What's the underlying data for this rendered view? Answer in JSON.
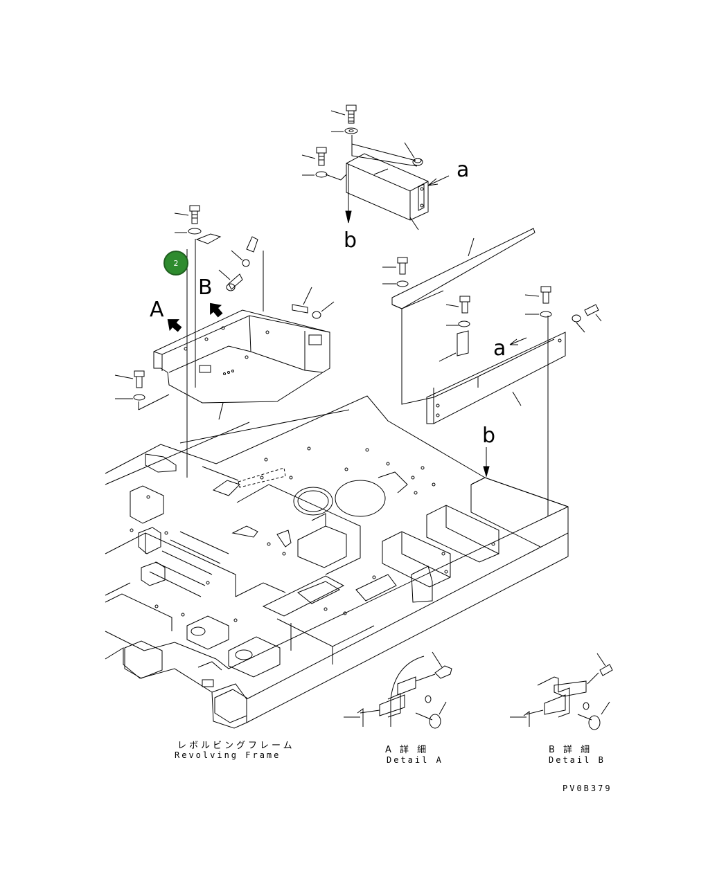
{
  "callout": {
    "number": "2",
    "color": "#2e8b2e"
  },
  "view_letters": {
    "a_top": "a",
    "b_top": "b",
    "a_right": "a",
    "b_frame": "b",
    "arrow_A": "A",
    "arrow_B": "B"
  },
  "captions": {
    "frame_jp": "レボルビングフレーム",
    "frame_en": "Revolving Frame",
    "detail_a_jp": "A 詳 細",
    "detail_a_en": "Detail A",
    "detail_b_jp": "B 詳 細",
    "detail_b_en": "Detail B",
    "drawing_code": "PV0B379"
  }
}
